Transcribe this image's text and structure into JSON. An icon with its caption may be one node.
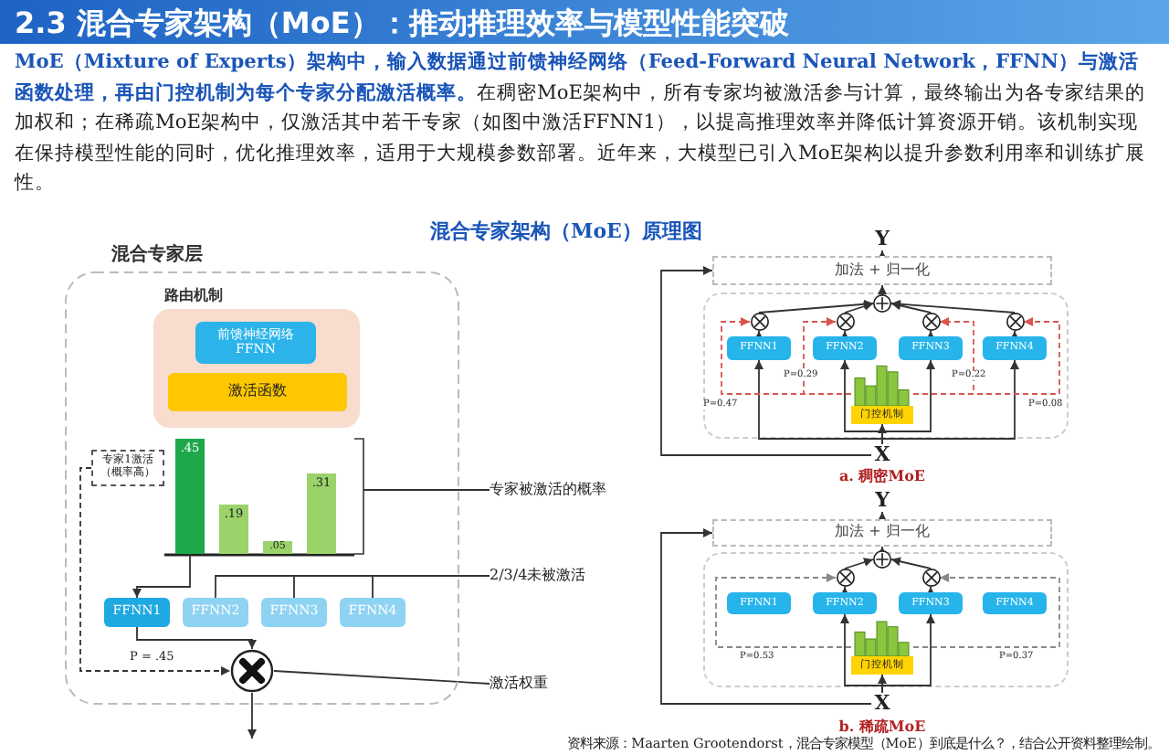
{
  "diagram": {
    "title": "2.3 混合专家架构（MoE）：推动推理效率与模型性能突破",
    "caption": "资料来源：Maarten Grootendorst，混合专家模型（MoE）到底是什么？，结合公开资料整理绘制。",
    "nodes": [
      {
        "text": [
          "混合专家层"
        ]
      },
      {
        "text": [
          "路由机制"
        ],
        "in": 0
      },
      {
        "text": [
          "前馈神经网络 FFNN"
        ],
        "in": 1
      },
      {
        "text": [
          "激活函数"
        ],
        "in": 1
      },
      {
        "text": [
          "专家1激活（概率高）"
        ],
        "in": 0
      },
      {
        "text": [
          "FFNN1"
        ],
        "in": 0
      },
      {
        "text": [
          "FFNN2"
        ],
        "in": 0
      },
      {
        "text": [
          "FFNN3"
        ],
        "in": 0
      },
      {
        "text": [
          "FFNN4"
        ],
        "in": 0
      },
      {
        "text": [],
        "shape": "circle",
        "in": 0
      },
      {
        "text": [
          "专家被激活的概率"
        ]
      },
      {
        "text": [
          "2/3/4未被激活"
        ]
      },
      {
        "text": [
          "激活权重"
        ]
      },
      {
        "text": [
          "Y"
        ]
      },
      {
        "text": [
          "加法 + 归一化"
        ]
      },
      {
        "text": [],
        "shape": "circle"
      },
      {
        "text": [],
        "shape": "circle"
      },
      {
        "text": [],
        "shape": "circle"
      },
      {
        "text": [],
        "shape": "circle"
      },
      {
        "text": [],
        "shape": "circle"
      },
      {
        "text": [
          "FFNN1"
        ]
      },
      {
        "text": [
          "FFNN2"
        ]
      },
      {
        "text": [
          "FFNN3"
        ]
      },
      {
        "text": [
          "FFNN4"
        ]
      },
      {
        "text": [
          "门控机制"
        ]
      },
      {
        "text": [
          "X"
        ]
      },
      {
        "text": [
          "Y"
        ]
      },
      {
        "text": [
          "加法 + 归一化"
        ]
      },
      {
        "text": [],
        "shape": "circle"
      },
      {
        "text": [],
        "shape": "circle"
      },
      {
        "text": [],
        "shape": "circle"
      },
      {
        "text": [
          "FFNN1"
        ]
      },
      {
        "text": [
          "FFNN2"
        ]
      },
      {
        "text": [
          "FFNN3"
        ]
      },
      {
        "text": [
          "FFNN4"
        ]
      },
      {
        "text": [
          "门控机制"
        ]
      },
      {
        "text": [
          "X"
        ]
      },
      {
        "text": [
          ".45"
        ],
        "in": 0
      },
      {
        "text": [
          ".19"
        ],
        "in": 0
      },
      {
        "text": [
          ".05"
        ],
        "in": 0
      },
      {
        "text": [
          ".31"
        ],
        "in": 0
      }
    ],
    "edges": [
      {
        "from": 37,
        "to": 5,
        "arrow": "to"
      },
      {
        "from": 5,
        "to": 9,
        "arrow": "to"
      },
      {
        "from": 4,
        "to": 9,
        "arrow": "to",
        "style": "dashed",
        "label": "P = .45"
      },
      {
        "from": 9,
        "to": null,
        "arrow": "to"
      },
      {
        "from": 10,
        "to": null,
        "arrow": "none"
      },
      {
        "from": 11,
        "to": 6,
        "arrow": "none"
      },
      {
        "from": 11,
        "to": 7,
        "arrow": "none"
      },
      {
        "from": 11,
        "to": 8,
        "arrow": "none"
      },
      {
        "from": 12,
        "to": 9,
        "arrow": "none"
      },
      {
        "from": 25,
        "to": 24,
        "arrow": "to"
      },
      {
        "from": 25,
        "to": 20,
        "arrow": "to"
      },
      {
        "from": 25,
        "to": 21,
        "arrow": "to"
      },
      {
        "from": 25,
        "to": 22,
        "arrow": "to"
      },
      {
        "from": 25,
        "to": 23,
        "arrow": "to"
      },
      {
        "from": 20,
        "to": 16,
        "arrow": "to"
      },
      {
        "from": 21,
        "to": 17,
        "arrow": "to"
      },
      {
        "from": 22,
        "to": 18,
        "arrow": "to"
      },
      {
        "from": 23,
        "to": 19,
        "arrow": "to"
      },
      {
        "from": 24,
        "to": 16,
        "arrow": "to",
        "style": "dashed",
        "color": "#d9534f",
        "label": "P=0.47"
      },
      {
        "from": 24,
        "to": 17,
        "arrow": "to",
        "style": "dashed",
        "color": "#d9534f",
        "label": "P=0.29"
      },
      {
        "from": 24,
        "to": 18,
        "arrow": "to",
        "style": "dashed",
        "color": "#d9534f",
        "label": "P=0.22"
      },
      {
        "from": 24,
        "to": 19,
        "arrow": "to",
        "style": "dashed",
        "color": "#d9534f",
        "label": "P=0.08"
      },
      {
        "from": 16,
        "to": 15,
        "arrow": "to"
      },
      {
        "from": 17,
        "to": 15,
        "arrow": "to"
      },
      {
        "from": 18,
        "to": 15,
        "arrow": "to"
      },
      {
        "from": 19,
        "to": 15,
        "arrow": "to"
      },
      {
        "from": 15,
        "to": 14,
        "arrow": "to"
      },
      {
        "from": 14,
        "to": 13,
        "arrow": "to"
      },
      {
        "from": 25,
        "to": 14,
        "arrow": "to"
      },
      {
        "from": 36,
        "to": 35,
        "arrow": "to"
      },
      {
        "from": 36,
        "to": 32,
        "arrow": "to"
      },
      {
        "from": 36,
        "to": 33,
        "arrow": "to"
      },
      {
        "from": 32,
        "to": 29,
        "arrow": "to"
      },
      {
        "from": 33,
        "to": 30,
        "arrow": "to"
      },
      {
        "from": 35,
        "to": 29,
        "arrow": "to",
        "style": "dashed",
        "color": "#888888",
        "label": "P=0.53"
      },
      {
        "from": 35,
        "to": 30,
        "arrow": "to",
        "style": "dashed",
        "color": "#888888",
        "label": "P=0.37"
      },
      {
        "from": 29,
        "to": 28,
        "arrow": "to"
      },
      {
        "from": 30,
        "to": 28,
        "arrow": "to"
      },
      {
        "from": 28,
        "to": 27,
        "arrow": "to"
      },
      {
        "from": 27,
        "to": 26,
        "arrow": "to"
      },
      {
        "from": 36,
        "to": 27,
        "arrow": "to"
      }
    ],
    "labels": [
      "MoE（Mixture of Experts）架构中，输入数据通过前馈神经网络（Feed-Forward Neural Network，FFNN）与激活函数处理，再由门控机制为每个专家分配激活概率。",
      "在稠密MoE架构中，所有专家均被激活参与计算，最终输出为各专家结果的加权和；在稀疏MoE架构中，仅激活其中若干专家（如图中激活FFNN1），以提高推理效率并降低计算资源开销。该机制实现在保持模型性能的同时，优化推理效率，适用于大规模参数部署。近年来，大模型已引入MoE架构以提升参数利用率和训练扩展性。",
      "混合专家架构（MoE）原理图",
      "a. 稠密MoE",
      "b. 稀疏MoE"
    ]
  }
}
